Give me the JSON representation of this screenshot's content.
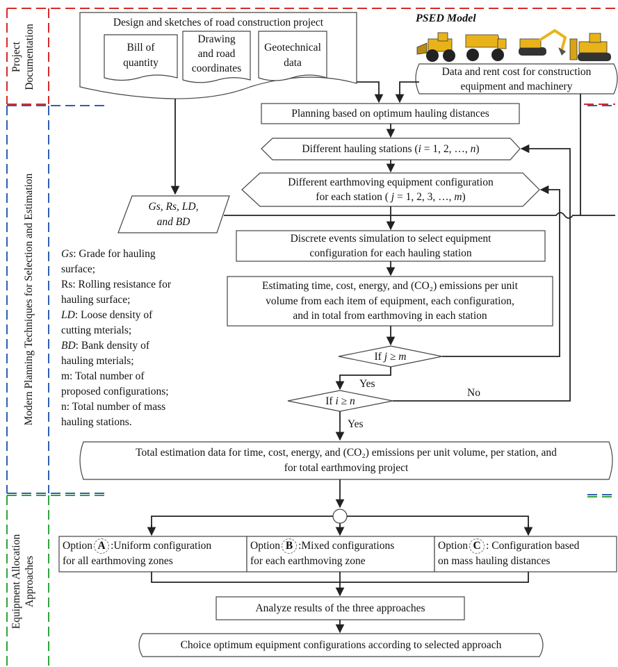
{
  "sections": {
    "project_documentation": "Project\nDocumentation",
    "modern_planning": "Modern Planning Techniques for Selection and Estimation",
    "equipment_allocation": "Equipment Allocation\nApproaches"
  },
  "doc": {
    "design": "Design and sketches of road construction project",
    "bill": "Bill of\nquantity",
    "drawing": "Drawing\nand road\ncoordinates",
    "geotech": "Geotechnical\ndata"
  },
  "psed": {
    "title": "PSED Model",
    "data_rent": "Data and rent cost for construction\nequipment and machinery"
  },
  "flow": {
    "planning": "Planning based on optimum hauling distances",
    "stations_pre": "Different hauling stations (",
    "stations_var": "i",
    "stations_post": " = 1, 2, …, ",
    "stations_n": "n",
    "stations_end": ")",
    "config_line1": "Different earthmoving equipment configuration",
    "config_line2_pre": "for each station ( ",
    "config_var": "j",
    "config_line2_post": " = 1, 2, 3, …, ",
    "config_m": "m",
    "config_end": ")",
    "inputs": "Gs, Rs, LD,\nand BD",
    "des": "Discrete events simulation to select equipment\nconfiguration for each hauling station",
    "estimating": "Estimating time, cost, energy, and (CO₂) emissions per unit\nvolume from each item of equipment, each configuration,\nand in total from earthmoving in each station",
    "if_j_pre": "If ",
    "if_j_var": "j",
    "if_j_op": " ≥ ",
    "if_j_m": "m",
    "if_i_pre": "If ",
    "if_i_var": "i",
    "if_i_op": " ≥ ",
    "if_i_n": "n",
    "yes1": "Yes",
    "yes2": "Yes",
    "no": "No",
    "total": "Total estimation data for time, cost, energy, and (CO₂) emissions per unit volume, per station, and\nfor total earthmoving project"
  },
  "legend": [
    {
      "term": "Gs",
      "text": ": Grade for hauling\nsurface;"
    },
    {
      "term": "",
      "text": "Rs: Rolling resistance for\nhauling surface;"
    },
    {
      "term": "LD",
      "text": ": Loose density of\ncutting mterials;"
    },
    {
      "term": "BD",
      "text": ": Bank density of\nhauling mterials;"
    },
    {
      "term": "",
      "text": "m: Total number of\nproposed configurations;"
    },
    {
      "term": "",
      "text": "n: Total number of mass\nhauling stations."
    }
  ],
  "options": [
    {
      "prefix": "Option",
      "letter": "A",
      "text_line1": ":Uniform configuration",
      "text_line2": "for all earthmoving zones"
    },
    {
      "prefix": "Option",
      "letter": "B",
      "text_line1": ":Mixed  configurations",
      "text_line2": "for each earthmoving zone"
    },
    {
      "prefix": "Option",
      "letter": "C",
      "text_line1": ": Configuration based",
      "text_line2": "on mass hauling distances"
    }
  ],
  "analyze": "Analyze results of the three approaches",
  "choice": "Choice optimum equipment configurations according to selected approach",
  "colors": {
    "red_dash": "#d42a2a",
    "blue_dash": "#2d5fb0",
    "green_dash": "#2fa33a",
    "machine_yellow": "#e8b31a",
    "arrow": "#222222"
  },
  "icons": [
    "wheel-loader-icon",
    "dump-truck-icon",
    "excavator-icon",
    "bulldozer-icon"
  ]
}
